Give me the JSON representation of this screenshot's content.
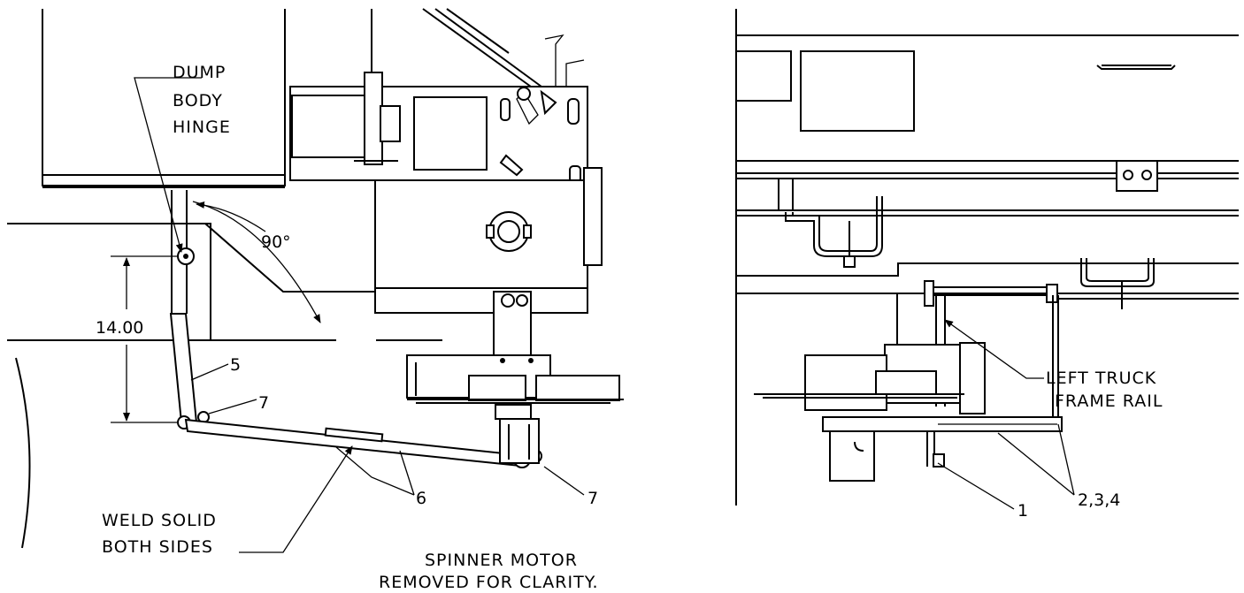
{
  "left_view": {
    "labels": {
      "dump_body_hinge": [
        "DUMP",
        "BODY",
        "HINGE"
      ],
      "angle": "90°",
      "dimension": "14.00",
      "weld": [
        "WELD SOLID",
        "BOTH SIDES"
      ],
      "spinner_note": [
        "SPINNER MOTOR",
        "REMOVED FOR CLARITY."
      ]
    },
    "balloons": [
      "5",
      "7",
      "6",
      "7"
    ]
  },
  "right_view": {
    "labels": {
      "frame_rail": [
        "LEFT TRUCK",
        "FRAME RAIL"
      ]
    },
    "balloons": [
      "1",
      "2,3,4"
    ]
  }
}
